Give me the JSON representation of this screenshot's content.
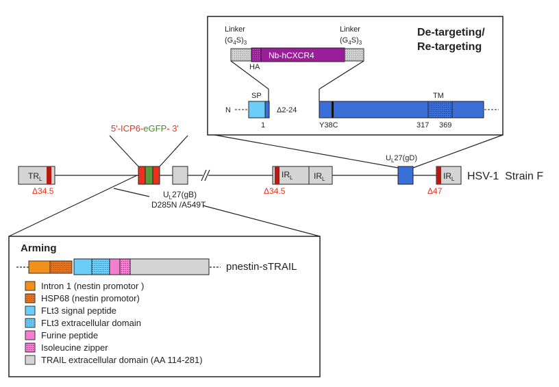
{
  "colors": {
    "red": "#e8321e",
    "dark_red": "#b81a12",
    "green": "#5a9a3a",
    "gray": "#d4d4d4",
    "gd_blue": "#3a6fd8",
    "light_blue": "#6ccdf8",
    "purple": "#9a1e9a",
    "orange": "#f39019",
    "pink": "#f47fd0",
    "text_red": "#e8321e",
    "text_green": "#4a8a2a"
  },
  "genome": {
    "strain_label": "HSV-1  Strain F",
    "trl": {
      "label": "TR",
      "sub": "L",
      "deletion": "Δ34.5"
    },
    "icp6": {
      "part1": "5'-ICP6-",
      "part2": "eGFP",
      "part3": "- 3'"
    },
    "gb": {
      "label_pre": "U",
      "label_sub": "L",
      "label_post": "27(gB)",
      "mutation": "D285N /A549T"
    },
    "irl_left": {
      "label": "IR",
      "sub": "L",
      "deletion": "Δ34.5"
    },
    "irl_mid": {
      "label": "IR",
      "sub": "L"
    },
    "gd": {
      "label_pre": "U",
      "label_sub": "L",
      "label_post": "27(gD)"
    },
    "irl_right": {
      "label": "IR",
      "sub": "L",
      "deletion": "Δ47"
    }
  },
  "retargeting": {
    "title_line1": "De-targeting/",
    "title_line2": "Re-targeting",
    "linker_left": {
      "line1": "Linker",
      "line2_pre": "(G",
      "line2_sub1": "4",
      "line2_mid": "S)",
      "line2_sub2": "3"
    },
    "linker_right": {
      "line1": "Linker",
      "line2_pre": "(G",
      "line2_sub1": "4",
      "line2_mid": "S)",
      "line2_sub2": "3"
    },
    "nanobody": "Nb-hCXCR4",
    "ha": "HA",
    "sp": "SP",
    "n_term": "N",
    "pos_1": "1",
    "deletion": "Δ2-24",
    "mutation": "Y38C",
    "tm": "TM",
    "tm_start": "317",
    "tm_end": "369"
  },
  "arming": {
    "title": "Arming",
    "construct": "pnestin-sTRAIL",
    "legend": [
      {
        "label": "Intron 1 (nestin promotor )",
        "color": "#f39019",
        "pattern": "solid"
      },
      {
        "label": "HSP68 (nestin promotor)",
        "color": "#e8731a",
        "pattern": "dotted"
      },
      {
        "label": "FLt3 signal peptide",
        "color": "#6ccdf8",
        "pattern": "solid"
      },
      {
        "label": "FLt3 extracellular domain",
        "color": "#4ab0e8",
        "pattern": "dotted"
      },
      {
        "label": "Furine peptide",
        "color": "#f47fd0",
        "pattern": "solid"
      },
      {
        "label": "Isoleucine zipper",
        "color": "#e050b0",
        "pattern": "dotted"
      },
      {
        "label": "TRAIL extracellular domain (AA 114-281)",
        "color": "#d4d4d4",
        "pattern": "solid"
      }
    ]
  }
}
